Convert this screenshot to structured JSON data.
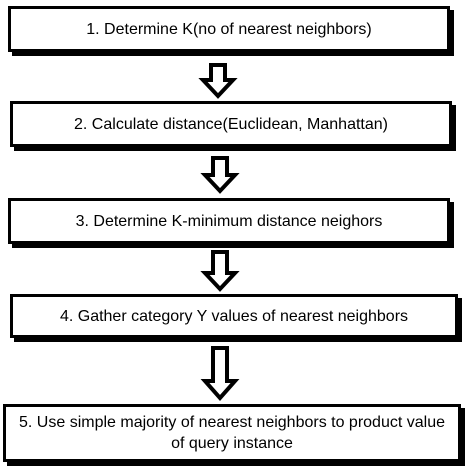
{
  "flowchart": {
    "steps": [
      {
        "label": "1. Determine K(no of nearest neighbors)"
      },
      {
        "label": "2. Calculate distance(Euclidean, Manhattan)"
      },
      {
        "label": "3. Determine K-minimum distance neighors"
      },
      {
        "label": "4. Gather category Y values of nearest neighbors"
      },
      {
        "label": "5. Use simple majority of nearest neighbors to product value of query instance"
      }
    ],
    "colors": {
      "border": "#000000",
      "fill": "#ffffff",
      "text": "#000000"
    },
    "connector": "down-arrow-icon"
  }
}
